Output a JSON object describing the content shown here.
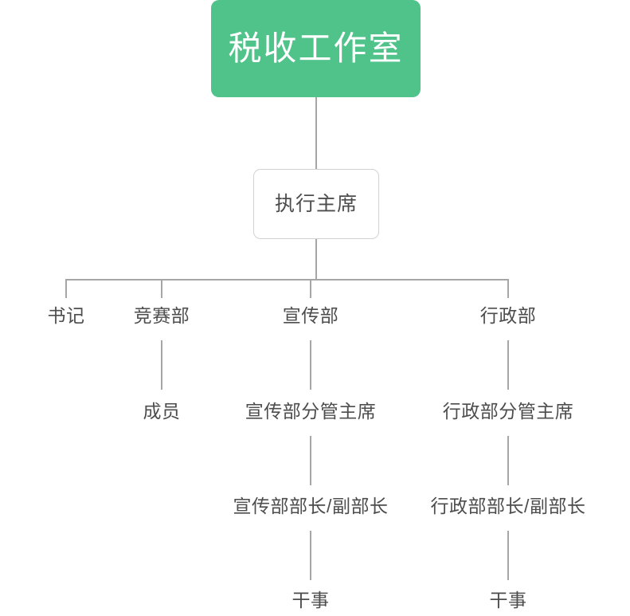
{
  "diagram": {
    "type": "organization-chart",
    "title": "税收工作室",
    "background_color": "#ffffff",
    "accent_color": "#4fc38a",
    "line_color": "#a6a6a6",
    "text_color": "#4d4d4d",
    "root": {
      "label": "税收工作室",
      "style": "filled-green-box"
    },
    "level2": {
      "label": "执行主席",
      "style": "outlined-white-box"
    },
    "level3": [
      {
        "label": "书记"
      },
      {
        "label": "竞赛部"
      },
      {
        "label": "宣传部"
      },
      {
        "label": "行政部"
      }
    ],
    "level4": [
      {
        "label": "成员"
      },
      {
        "label": "宣传部分管主席"
      },
      {
        "label": "行政部分管主席"
      }
    ],
    "level5": [
      {
        "label": "宣传部部长/副部长"
      },
      {
        "label": "行政部部长/副部长"
      }
    ],
    "level6": [
      {
        "label": "干事"
      },
      {
        "label": "干事"
      }
    ]
  }
}
